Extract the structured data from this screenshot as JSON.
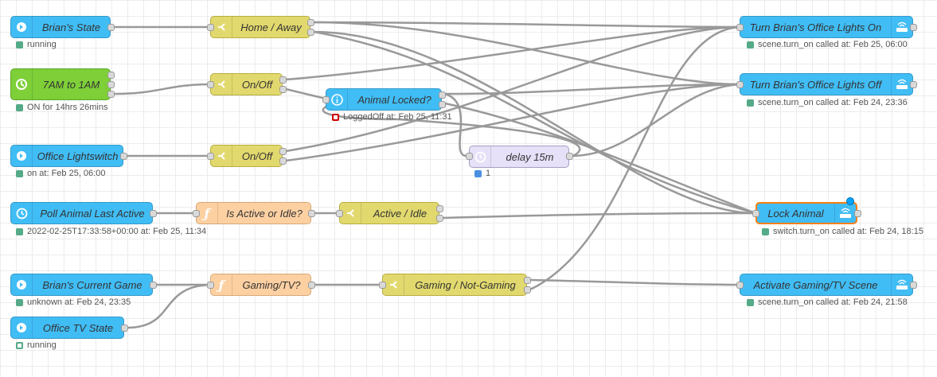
{
  "nodes": {
    "brians_state": {
      "label": "Brian's State",
      "status": "running"
    },
    "home_away": {
      "label": "Home / Away"
    },
    "time_7am_1am": {
      "label": "7AM to 1AM",
      "status": "ON for 14hrs 26mins"
    },
    "onoff_1": {
      "label": "On/Off"
    },
    "animal_locked": {
      "label": "Animal Locked?",
      "status": "LoggedOff at: Feb 25, 11:31"
    },
    "office_lightswitch": {
      "label": "Office Lightswitch",
      "status": "on at: Feb 25, 06:00"
    },
    "onoff_2": {
      "label": "On/Off"
    },
    "delay_15m": {
      "label": "delay 15m",
      "status": "1"
    },
    "poll_animal": {
      "label": "Poll Animal Last Active",
      "status": "2022-02-25T17:33:58+00:00 at: Feb 25, 11:34"
    },
    "is_active_idle": {
      "label": "Is Active or Idle?"
    },
    "active_idle": {
      "label": "Active / Idle"
    },
    "brians_current_game": {
      "label": "Brian's Current Game",
      "status": "unknown at: Feb 24, 23:35"
    },
    "gaming_tv": {
      "label": "Gaming/TV?"
    },
    "gaming_notgaming": {
      "label": "Gaming / Not-Gaming"
    },
    "office_tv_state": {
      "label": "Office TV State",
      "status": "running"
    },
    "lights_on": {
      "label": "Turn Brian's Office Lights On",
      "status": "scene.turn_on called at: Feb 25, 06:00"
    },
    "lights_off": {
      "label": "Turn Brian's Office Lights Off",
      "status": "scene.turn_on called at: Feb 24, 23:36"
    },
    "lock_animal": {
      "label": "Lock Animal",
      "status": "switch.turn_on called at: Feb 24, 18:15"
    },
    "gaming_scene": {
      "label": "Activate Gaming/TV Scene",
      "status": "scene.turn_on called at: Feb 24, 21:58"
    }
  },
  "colors": {
    "home_assistant": "#41bdf5",
    "switch": "#e2d96e",
    "function": "#fdd0a2",
    "delay": "#e6e0f8",
    "time_range": "#7ecf38",
    "wire": "#999999",
    "status_green": "#55aa88",
    "status_red": "#cc0000",
    "status_blue": "#4a90e2"
  },
  "icons": {
    "event_state": "arrow-right-circle-icon",
    "switch": "split-arrow-icon",
    "function": "function-icon",
    "time": "timer-icon",
    "delay": "clock-icon",
    "current_state": "info-icon",
    "call_service": "router-icon"
  }
}
